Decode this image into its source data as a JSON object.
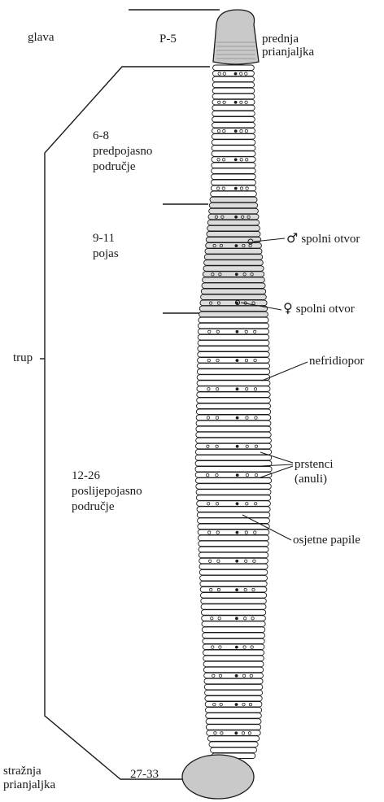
{
  "labels": {
    "glava": "glava",
    "p5": "P-5",
    "prednja_line1": "prednja",
    "prednja_line2": "prianjaljka",
    "range_6_8": "6-8",
    "predpojasno_line1": "predpojasno",
    "predpojasno_line2": "područje",
    "range_9_11": "9-11",
    "pojas": "pojas",
    "male_symbol": "♂",
    "male_opening": "spolni otvor",
    "female_symbol": "♀",
    "female_opening": "spolni otvor",
    "trup": "trup",
    "nefridiopor": "nefridiopor",
    "prstenci_line1": "prstenci",
    "prstenci_line2": "(anuli)",
    "range_12_26": "12-26",
    "poslijepojasno_line1": "poslijepojasno",
    "poslijepojasno_line2": "područje",
    "osjetne_papile": "osjetne papile",
    "range_27_33": "27-33",
    "straznja_line1": "stražnja",
    "straznja_line2": "prianjaljka"
  },
  "colors": {
    "ink": "#1a1a1a",
    "sucker_fill": "#c9c9c9",
    "clitellum_fill": "#dcdcdc",
    "annulus_fill": "#ffffff"
  }
}
